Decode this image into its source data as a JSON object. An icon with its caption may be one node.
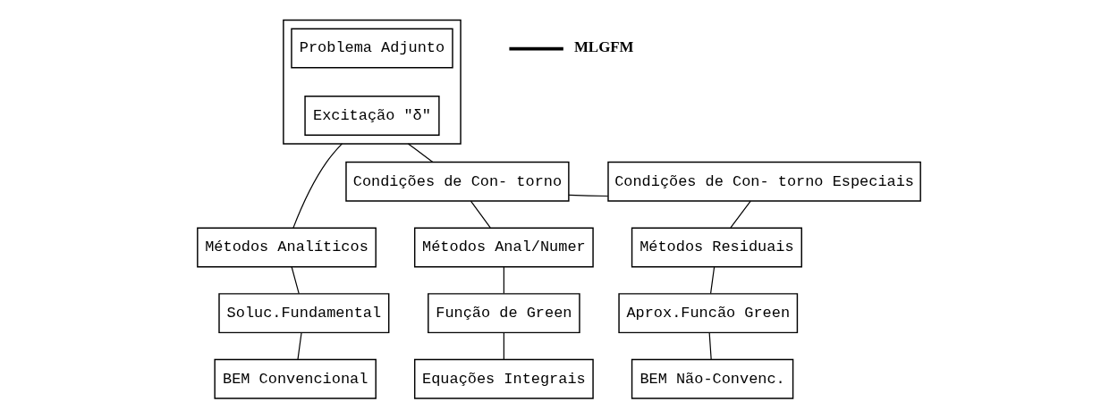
{
  "diagram": {
    "nodes": [
      {
        "text": [],
        "shape": "box"
      },
      {
        "text": [
          "Problema Adjunto"
        ],
        "in": 0
      },
      {
        "text": [
          "Excitação \"δ\""
        ],
        "in": 0
      },
      {
        "text": [
          "Condições de Con- torno"
        ]
      },
      {
        "text": [
          "Condições de Con- torno Especiais"
        ]
      },
      {
        "text": [
          "Métodos Analíticos"
        ]
      },
      {
        "text": [
          "Métodos Anal/Numer"
        ]
      },
      {
        "text": [
          "Métodos Residuais"
        ]
      },
      {
        "text": [
          "Soluc.Fundamental"
        ]
      },
      {
        "text": [
          "Função de Green"
        ]
      },
      {
        "text": [
          "Aprox.Funcão Green"
        ]
      },
      {
        "text": [
          "BEM Convencional"
        ]
      },
      {
        "text": [
          "Equações Integrais"
        ]
      },
      {
        "text": [
          "BEM Não-Convenc."
        ]
      }
    ],
    "edges": [
      {
        "from": 0,
        "to": 5,
        "arrow": "none"
      },
      {
        "from": 0,
        "to": 3,
        "arrow": "none"
      },
      {
        "from": 3,
        "to": 4,
        "arrow": "none"
      },
      {
        "from": 3,
        "to": 6,
        "arrow": "none"
      },
      {
        "from": 4,
        "to": 7,
        "arrow": "none"
      },
      {
        "from": 5,
        "to": 8,
        "arrow": "none"
      },
      {
        "from": 8,
        "to": 11,
        "arrow": "none"
      },
      {
        "from": 6,
        "to": 9,
        "arrow": "none"
      },
      {
        "from": 9,
        "to": 12,
        "arrow": "none"
      },
      {
        "from": 7,
        "to": 10,
        "arrow": "none"
      },
      {
        "from": 10,
        "to": 13,
        "arrow": "none"
      }
    ],
    "legend": [
      {
        "text": "MLGFM"
      }
    ]
  }
}
